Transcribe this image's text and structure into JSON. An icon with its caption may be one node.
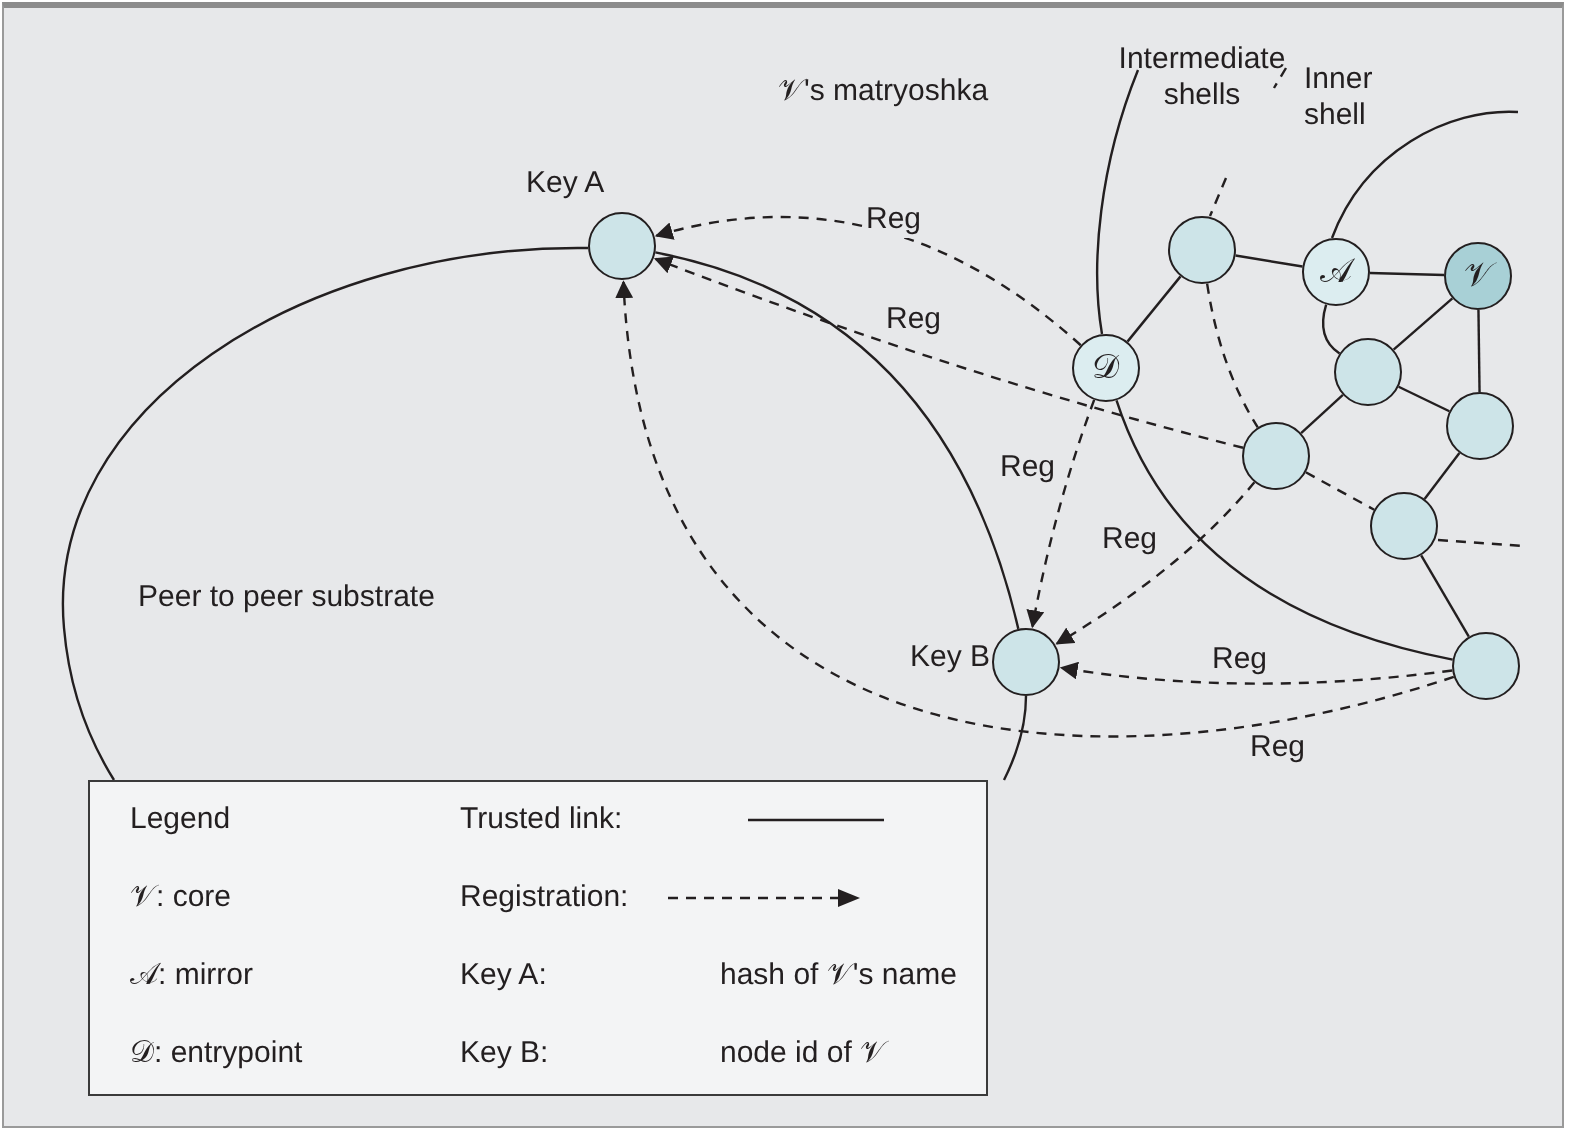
{
  "diagram": {
    "nodes": [
      {
        "text": [
          "Key A"
        ]
      },
      {
        "text": [
          "Key B"
        ]
      },
      {
        "text": [
          "𝒟"
        ]
      },
      {
        "text": [],
        "shape": "circle"
      },
      {
        "text": [
          "𝒜"
        ]
      },
      {
        "text": [
          "𝒱"
        ]
      },
      {
        "text": [],
        "shape": "circle"
      },
      {
        "text": [],
        "shape": "circle"
      },
      {
        "text": [],
        "shape": "circle"
      },
      {
        "text": [],
        "shape": "circle"
      },
      {
        "text": [],
        "shape": "circle"
      }
    ],
    "edges": [
      {
        "from": 0,
        "to": 1,
        "arrow": "none"
      },
      {
        "from": 2,
        "to": 3,
        "arrow": "none"
      },
      {
        "from": 3,
        "to": 4,
        "arrow": "none"
      },
      {
        "from": 4,
        "to": 5,
        "arrow": "none"
      },
      {
        "from": 4,
        "to": 6,
        "arrow": "none"
      },
      {
        "from": 5,
        "to": 6,
        "arrow": "none"
      },
      {
        "from": 5,
        "to": 7,
        "arrow": "none"
      },
      {
        "from": 6,
        "to": 8,
        "arrow": "none"
      },
      {
        "from": 6,
        "to": 7,
        "arrow": "none"
      },
      {
        "from": 7,
        "to": 9,
        "arrow": "none"
      },
      {
        "from": 9,
        "to": 10,
        "arrow": "none"
      },
      {
        "from": 2,
        "to": 10,
        "arrow": "none"
      },
      {
        "from": 3,
        "to": 8,
        "arrow": "none",
        "style": "dashed"
      },
      {
        "from": 8,
        "to": 9,
        "arrow": "none",
        "style": "dashed"
      },
      {
        "from": 2,
        "to": 0,
        "arrow": "to",
        "style": "dashed",
        "label": "Reg"
      },
      {
        "from": 8,
        "to": 0,
        "arrow": "to",
        "style": "dashed",
        "label": "Reg"
      },
      {
        "from": 2,
        "to": 1,
        "arrow": "to",
        "style": "dashed",
        "label": "Reg"
      },
      {
        "from": 8,
        "to": 1,
        "arrow": "to",
        "style": "dashed",
        "label": "Reg"
      },
      {
        "from": 10,
        "to": 1,
        "arrow": "to",
        "style": "dashed",
        "label": "Reg"
      },
      {
        "from": 10,
        "to": 0,
        "arrow": "to",
        "style": "dashed",
        "label": "Reg"
      }
    ],
    "labels": [
      "𝒱's matryoshka",
      "Intermediate shells",
      "Inner shell",
      "Peer to peer substrate",
      "Legend",
      "𝒱: core",
      "𝒜: mirror",
      "Key A:",
      "hash of 𝒱's name",
      "𝒟: entrypoint",
      "Key B:",
      "node id of 𝒱"
    ],
    "legend": [
      {
        "text": "Trusted link:"
      },
      {
        "text": "Registration:"
      }
    ]
  }
}
